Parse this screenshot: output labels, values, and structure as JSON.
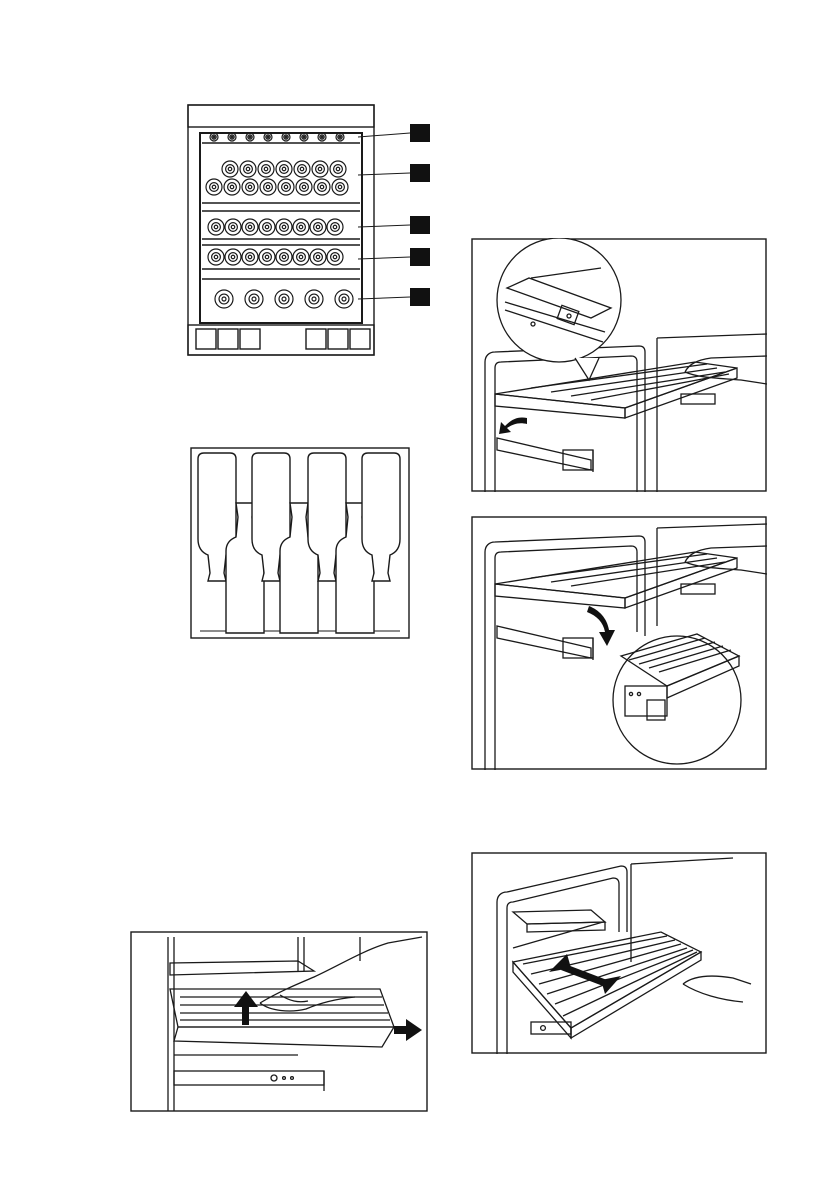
{
  "page": {
    "footer_partial": "",
    "colors": {
      "ink": "#1a1a1a",
      "paper": "#ffffff",
      "callout": "#111111",
      "hatch": "#4a4a4a"
    }
  },
  "figures": [
    {
      "id": "fridge-front",
      "callouts": 5
    },
    {
      "id": "bottle-top-view",
      "bottles": 4
    },
    {
      "id": "shelf-lift-and-pull",
      "arrows": [
        "up",
        "right"
      ]
    },
    {
      "id": "shelf-tilt-out",
      "arrows": [
        "curved-left"
      ]
    },
    {
      "id": "shelf-insert",
      "arrows": [
        "curved-down"
      ]
    },
    {
      "id": "shelf-slide",
      "arrows": [
        "double"
      ]
    }
  ]
}
